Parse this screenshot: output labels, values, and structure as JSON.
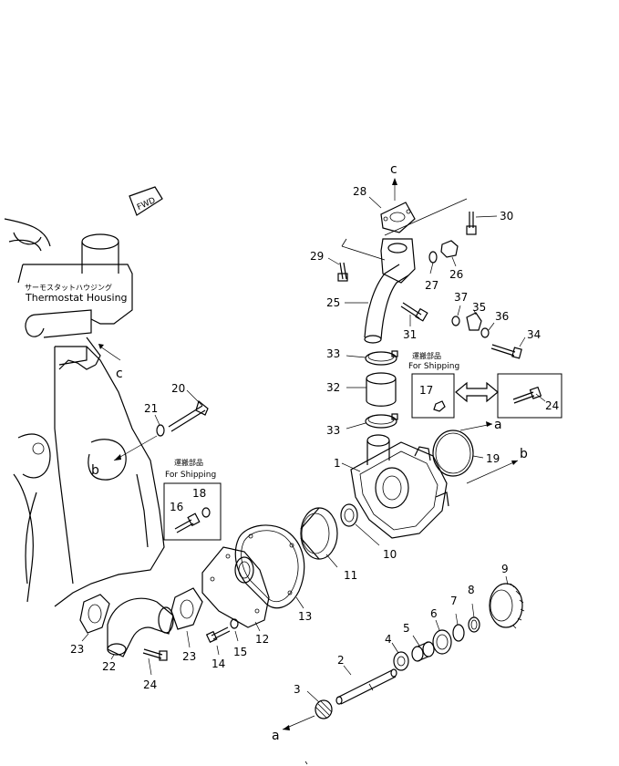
{
  "labels": {
    "thermostat_jp": "サーモスタットハウジング",
    "thermostat_en": "Thermostat Housing",
    "fwd": "FWD",
    "shipping_jp": "運搬部品",
    "shipping_en": "For Shipping",
    "c": "c",
    "b": "b",
    "a": "a"
  },
  "parts": {
    "p1": "1",
    "p2": "2",
    "p3": "3",
    "p4": "4",
    "p5": "5",
    "p6": "6",
    "p7": "7",
    "p8": "8",
    "p9": "9",
    "p10": "10",
    "p11": "11",
    "p12": "12",
    "p13": "13",
    "p14": "14",
    "p15": "15",
    "p16": "16",
    "p17": "17",
    "p18": "18",
    "p19": "19",
    "p20": "20",
    "p21": "21",
    "p22": "22",
    "p23": "23",
    "p24": "24",
    "p25": "25",
    "p26": "26",
    "p27": "27",
    "p28": "28",
    "p29": "29",
    "p30": "30",
    "p31": "31",
    "p32": "32",
    "p33": "33",
    "p34": "34",
    "p35": "35",
    "p36": "36",
    "p37": "37"
  }
}
